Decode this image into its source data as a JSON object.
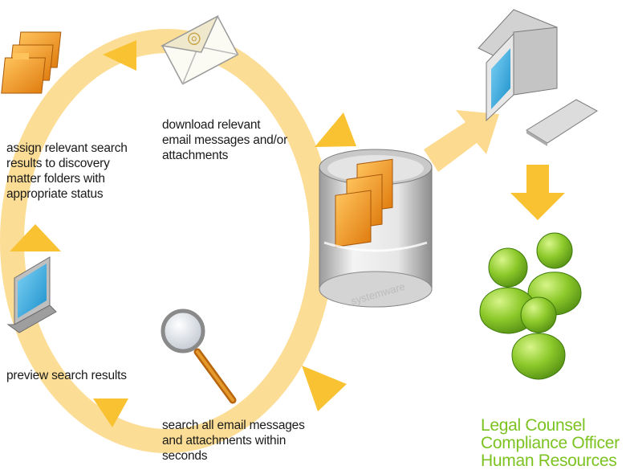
{
  "steps": {
    "assign": [
      "assign relevant search",
      "results to discovery",
      "matter folders with",
      "appropriate status"
    ],
    "download": [
      "download relevant",
      "email messages and/or",
      "attachments"
    ],
    "preview": [
      "preview search results"
    ],
    "search": [
      "search all email messages",
      "and attachments within",
      "seconds"
    ]
  },
  "hub": {
    "label": "systemware"
  },
  "roles": [
    "Legal Counsel",
    "Compliance Officer",
    "Human Resources"
  ],
  "colors": {
    "ring": "#fcd98a",
    "arrow": "#f9c233",
    "folder": "#f39a21",
    "roles_text": "#7cc321",
    "monitor_screen": "#34aee6"
  },
  "icons": [
    "folders-icon",
    "email-envelope-icon",
    "laptop-icon",
    "magnifier-icon",
    "database-cylinder-icon",
    "desktop-computer-icon",
    "users-group-icon"
  ]
}
